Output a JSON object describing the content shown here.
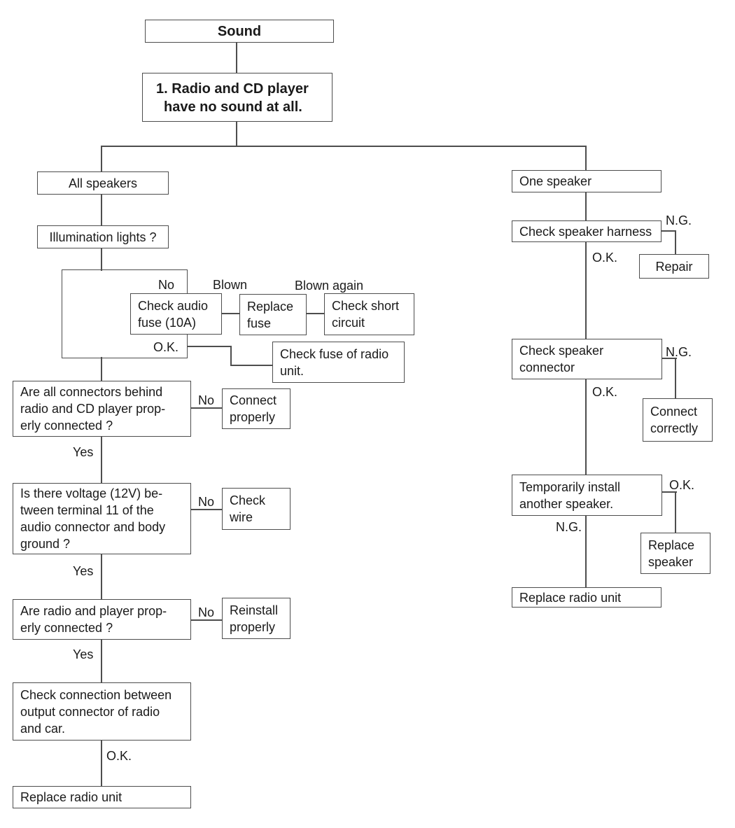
{
  "nodes": {
    "sound": "Sound",
    "problem": "1. Radio and CD player\nhave no sound at all.",
    "all_speakers": "All speakers",
    "illumination": "Illumination lights ?",
    "check_audio_fuse": "Check audio\nfuse (10A)",
    "replace_fuse": "Replace\nfuse",
    "check_short_circuit": "Check short\ncircuit",
    "check_fuse_radio": "Check fuse of radio\nunit.",
    "connectors_question": "Are all connectors behind\nradio and CD player prop-\nerly connected ?",
    "connect_properly": "Connect\nproperly",
    "voltage_question": "Is there voltage (12V) be-\ntween terminal 11 of the\naudio connector and body\nground ?",
    "check_wire": "Check\nwire",
    "radio_player_question": "Are radio and player prop-\nerly connected ?",
    "reinstall_properly": "Reinstall\nproperly",
    "check_connection": "Check connection between\noutput connector of radio\nand car.",
    "replace_radio_left": "Replace radio unit",
    "one_speaker": "One speaker",
    "check_speaker_harness": "Check speaker harness",
    "repair": "Repair",
    "check_speaker_connector": "Check speaker\nconnector",
    "connect_correctly": "Connect\ncorrectly",
    "temporarily_install": "Temporarily install\nanother speaker.",
    "replace_speaker": "Replace\nspeaker",
    "replace_radio_right": "Replace radio unit"
  },
  "labels": {
    "no_fuse": "No",
    "blown": "Blown",
    "blown_again": "Blown again",
    "ok_fuse": "O.K.",
    "no_connectors": "No",
    "yes_connectors": "Yes",
    "no_voltage": "No",
    "yes_voltage": "Yes",
    "no_radio_player": "No",
    "yes_radio_player": "Yes",
    "ok_connection": "O.K.",
    "ng_harness": "N.G.",
    "ok_harness": "O.K.",
    "ng_connector": "N.G.",
    "ok_connector": "O.K.",
    "ok_temp_install": "O.K.",
    "ng_temp_install": "N.G."
  },
  "colors": {
    "line": "#4d4d4d",
    "text": "#1a1a1a",
    "background": "#ffffff"
  }
}
